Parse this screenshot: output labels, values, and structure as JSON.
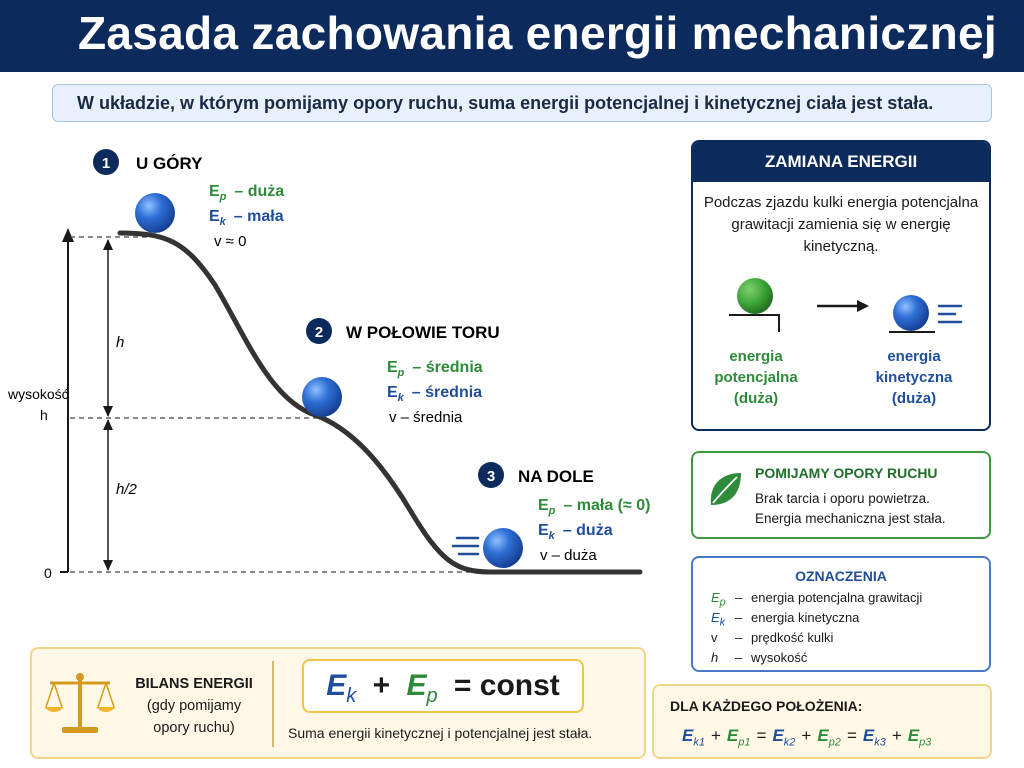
{
  "header": {
    "title": "Zasada zachowania energii mechanicznej"
  },
  "subtitle": "W układzie, w którym pomijamy opory ruchu, suma energii potencjalnej i kinetycznej ciała jest stała.",
  "colors": {
    "navy": "#0d2a5c",
    "green": "#2e8b3a",
    "blue": "#1f4e9a",
    "ball": "#2f6fd6",
    "track": "#333333",
    "accent_gold": "#f2c44a"
  },
  "axis": {
    "label_line1": "wysokość",
    "label_line2": "h",
    "zero": "0",
    "h_label": "h",
    "half_label": "h/2"
  },
  "positions": [
    {
      "num": "1",
      "title": "U GÓRY",
      "ep_sym": "E",
      "ep_sub": "p",
      "ep_val": "– duża",
      "ek_sym": "E",
      "ek_sub": "k",
      "ek_val": "– mała",
      "v": "v ≈ 0"
    },
    {
      "num": "2",
      "title": "W POŁOWIE TORU",
      "ep_sym": "E",
      "ep_sub": "p",
      "ep_val": "– średnia",
      "ek_sym": "E",
      "ek_sub": "k",
      "ek_val": "– średnia",
      "v": "v – średnia"
    },
    {
      "num": "3",
      "title": "NA DOLE",
      "ep_sym": "E",
      "ep_sub": "p",
      "ep_val": "– mała (≈ 0)",
      "ek_sym": "E",
      "ek_sub": "k",
      "ek_val": "– duża",
      "v": "v – duża"
    }
  ],
  "swap_panel": {
    "title": "ZAMIANA ENERGII",
    "text": "Podczas zjazdu kulki energia potencjalna grawitacji zamienia się w energię kinetyczną.",
    "left_label": [
      "energia",
      "potencjalna",
      "(duża)"
    ],
    "right_label": [
      "energia",
      "kinetyczna",
      "(duża)"
    ]
  },
  "friction_panel": {
    "icon": "leaf-icon",
    "title": "POMIJAMY OPORY RUCHU",
    "line1": "Brak tarcia i oporu powietrza.",
    "line2": "Energia mechaniczna jest stała."
  },
  "legend_panel": {
    "title": "OZNACZENIA",
    "items": [
      {
        "symbol": "E",
        "sub": "p",
        "dash": "–",
        "text": "energia potencjalna grawitacji"
      },
      {
        "symbol": "E",
        "sub": "k",
        "dash": "–",
        "text": "energia kinetyczna"
      },
      {
        "symbol": "v",
        "sub": "",
        "dash": "–",
        "text": "prędkość kulki"
      },
      {
        "symbol": "h",
        "sub": "",
        "dash": "–",
        "text": "wysokość"
      }
    ]
  },
  "balance": {
    "icon": "scales-icon",
    "title_line1": "BILANS ENERGII",
    "title_line2": "(gdy pomijamy",
    "title_line3": "opory ruchu)",
    "formula": {
      "ek": "E",
      "ek_sub": "k",
      "plus": "+",
      "ep": "E",
      "ep_sub": "p",
      "eq": "= const"
    },
    "caption": "Suma energii kinetycznej i potencjalnej jest stała."
  },
  "each_position": {
    "title": "DLA KAŻDEGO POŁOŻENIA:",
    "terms": [
      {
        "sym": "E",
        "sub": "k1",
        "color": "blue",
        "op": "+"
      },
      {
        "sym": "E",
        "sub": "p1",
        "color": "green",
        "op": "="
      },
      {
        "sym": "E",
        "sub": "k2",
        "color": "blue",
        "op": "+"
      },
      {
        "sym": "E",
        "sub": "p2",
        "color": "green",
        "op": "="
      },
      {
        "sym": "E",
        "sub": "k3",
        "color": "blue",
        "op": "+"
      },
      {
        "sym": "E",
        "sub": "p3",
        "color": "green",
        "op": ""
      }
    ]
  }
}
